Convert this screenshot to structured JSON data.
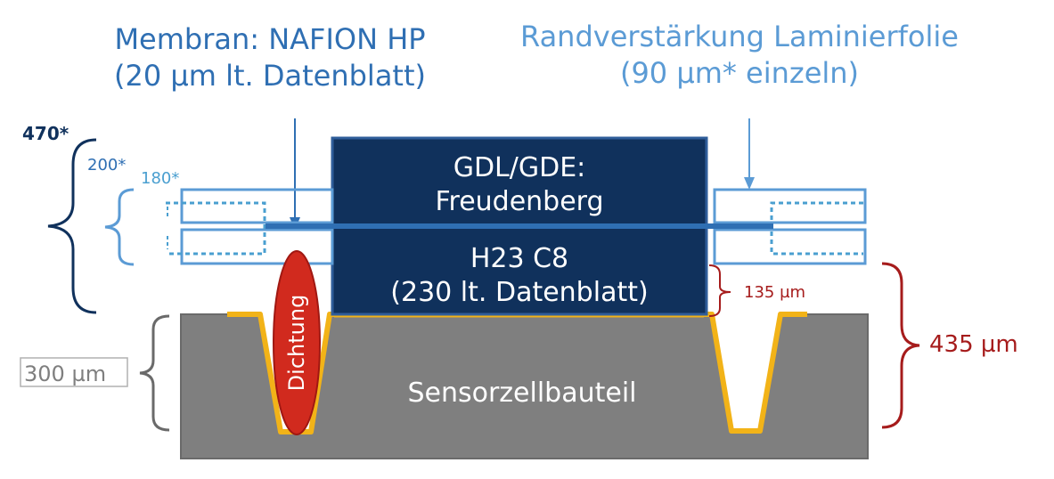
{
  "labels": {
    "membrane_title": "Membran:  NAFION HP",
    "membrane_sub": "(20 µm lt. Datenblatt)",
    "edge_title": "Randverstärkung  Laminierfolie",
    "edge_sub": "(90 µm* einzeln)",
    "total_thickness": "470*",
    "lamination_stack": "200*",
    "lamination_inner": "180*",
    "gdl_title": "GDL/GDE:",
    "gdl_maker": "Freudenberg",
    "gdl_type": "H23 C8",
    "gdl_thickness": "(230 lt. Datenblatt)",
    "seal": "Dichtung",
    "sensor_part": "Sensorzellbauteil",
    "part_thickness": "300 µm",
    "gap": "135 µm",
    "overall": "435 µm"
  },
  "colors": {
    "dark_blue": "#10315c",
    "mid_blue": "#2f6fb3",
    "light_blue": "#5b9bd5",
    "teal": "#4a9fd0",
    "gray_part": "#7f7f7f",
    "gold": "#f2b318",
    "red": "#a61c1c",
    "seal_red": "#d12a1e"
  }
}
